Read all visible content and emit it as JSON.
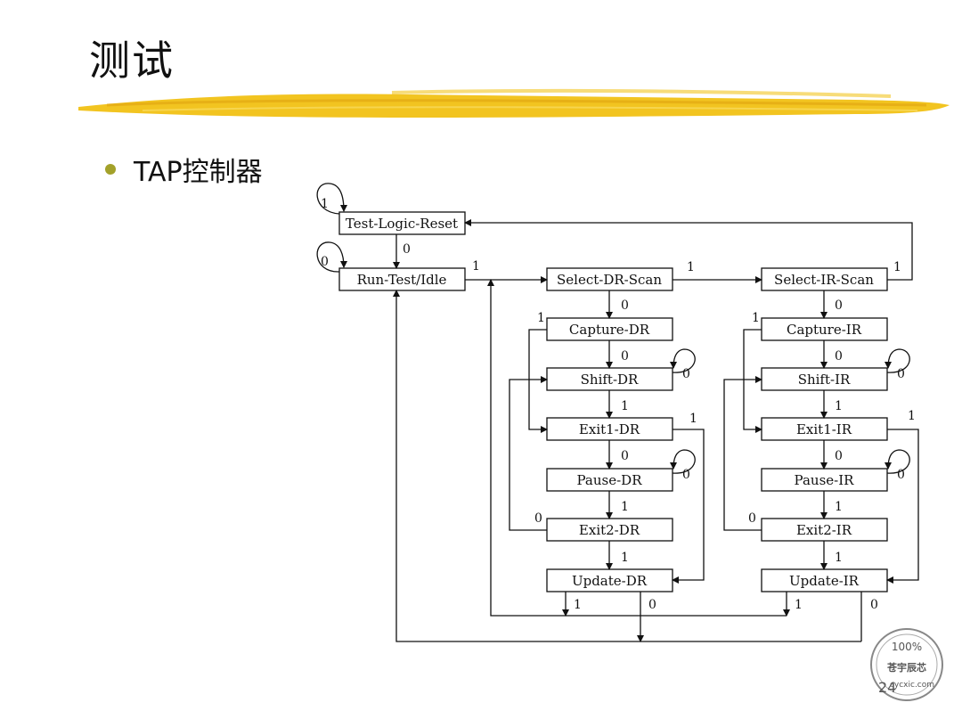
{
  "slide": {
    "title": "测试",
    "bullet": "TAP控制器",
    "page_number": "24"
  },
  "states": {
    "test_logic_reset": "Test-Logic-Reset",
    "run_test_idle": "Run-Test/Idle",
    "select_dr_scan": "Select-DR-Scan",
    "select_ir_scan": "Select-IR-Scan",
    "capture_dr": "Capture-DR",
    "shift_dr": "Shift-DR",
    "exit1_dr": "Exit1-DR",
    "pause_dr": "Pause-DR",
    "exit2_dr": "Exit2-DR",
    "update_dr": "Update-DR",
    "capture_ir": "Capture-IR",
    "shift_ir": "Shift-IR",
    "exit1_ir": "Exit1-IR",
    "pause_ir": "Pause-IR",
    "exit2_ir": "Exit2-IR",
    "update_ir": "Update-IR"
  },
  "bits": {
    "zero": "0",
    "one": "1"
  },
  "watermark": {
    "percent": "100%",
    "name": "苍宇辰芯",
    "site": "cycxic.com"
  },
  "colors": {
    "brush": "#f2c420",
    "bullet": "#a3a12a",
    "ink": "#111111"
  }
}
